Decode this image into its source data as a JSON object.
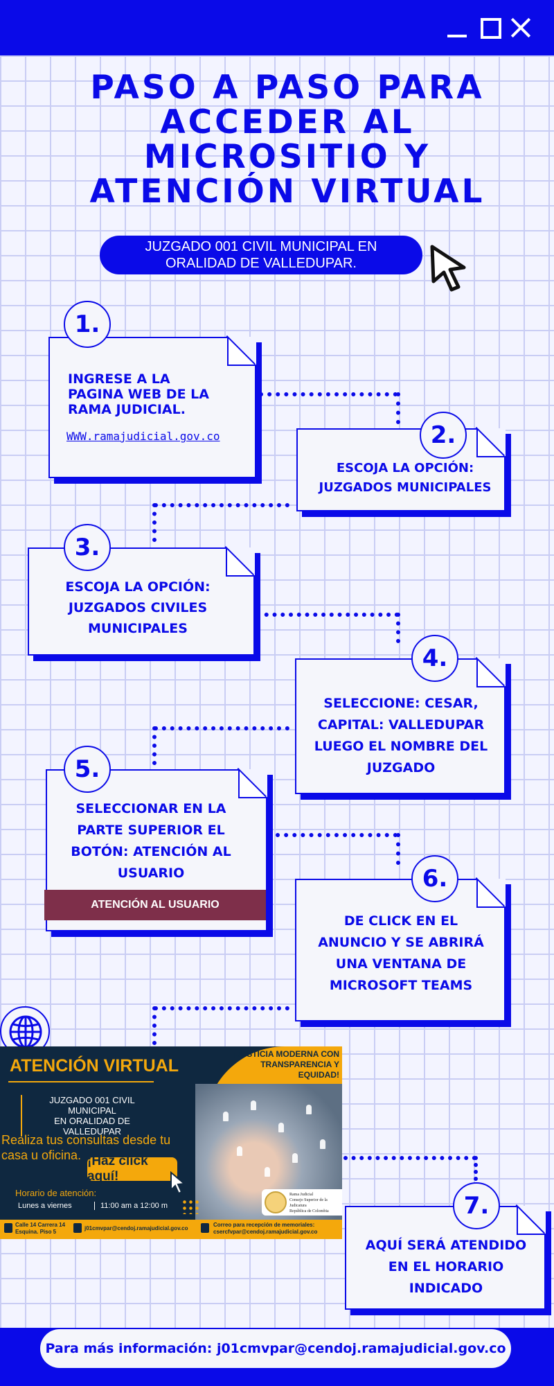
{
  "window": {
    "minimize_icon": "minimize-icon",
    "maximize_icon": "maximize-icon",
    "close_icon": "close-icon"
  },
  "title": "PASO A PASO PARA\nACCEDER AL\nMICROSITIO Y\nATENCIÓN VIRTUAL",
  "subtitle": "JUZGADO 001 CIVIL MUNICIPAL EN\nORALIDAD DE VALLEDUPAR.",
  "steps": [
    {
      "number": "1.",
      "text": "INGRESE A LA\nPAGINA WEB DE LA\nRAMA JUDICIAL.",
      "link": "WWW.ramajudicial.gov.co"
    },
    {
      "number": "2.",
      "text": "ESCOJA LA OPCIÓN:\nJUZGADOS MUNICIPALES"
    },
    {
      "number": "3.",
      "text": "ESCOJA LA OPCIÓN:\nJUZGADOS CIVILES\nMUNICIPALES"
    },
    {
      "number": "4.",
      "text": "SELECCIONE: CESAR,\nCAPITAL: VALLEDUPAR\nLUEGO EL NOMBRE DEL\nJUZGADO"
    },
    {
      "number": "5.",
      "text": "SELECCIONAR EN LA\nPARTE SUPERIOR EL\nBOTÓN: ATENCIÓN AL\nUSUARIO",
      "button": "ATENCIÓN AL USUARIO"
    },
    {
      "number": "6.",
      "text": "DE CLICK EN EL\nANUNCIO Y SE ABRIRÁ\nUNA VENTANA DE\nMICROSOFT TEAMS"
    },
    {
      "number": "7.",
      "text": "AQUÍ SERÁ ATENDIDO\nEN EL HORARIO\nINDICADO"
    }
  ],
  "banner": {
    "title": "ATENCIÓN VIRTUAL",
    "slogan": "¡JUSTICIA MODERNA CON\nTRANSPARENCIA Y EQUIDAD!",
    "court": "JUZGADO 001 CIVIL MUNICIPAL\nEN ORALIDAD DE VALLEDUPAR",
    "consult": "Realiza tus consultas desde tu\ncasa u oficina.",
    "click": "¡Haz click aquí!",
    "hours_label": "Horario de atención:",
    "days": "Lunes a viernes",
    "time": "11:00 am a 12:00 m",
    "seal": "Rama Judicial\nConsejo Superior de la Judicatura\nRepública de Colombia",
    "footer_address": "Calle 14 Carrera 14\nEsquina. Piso 5",
    "footer_email": "j01cmvpar@cendoj.ramajudicial.gov.co",
    "footer_memorials": "Correo para recepción de memoriales:\ncsercfvpar@cendoj.ramajudicial.gov.co"
  },
  "footer": {
    "info": "Para más información: j01cmvpar@cendoj.ramajudicial.gov.co"
  },
  "colors": {
    "primary": "#0a0ae8",
    "grid_line": "#c9cdf4",
    "background": "#f3f4ff",
    "button_maroon": "#7e2f4a",
    "banner_navy": "#0f2840",
    "banner_orange": "#f4a80c"
  }
}
